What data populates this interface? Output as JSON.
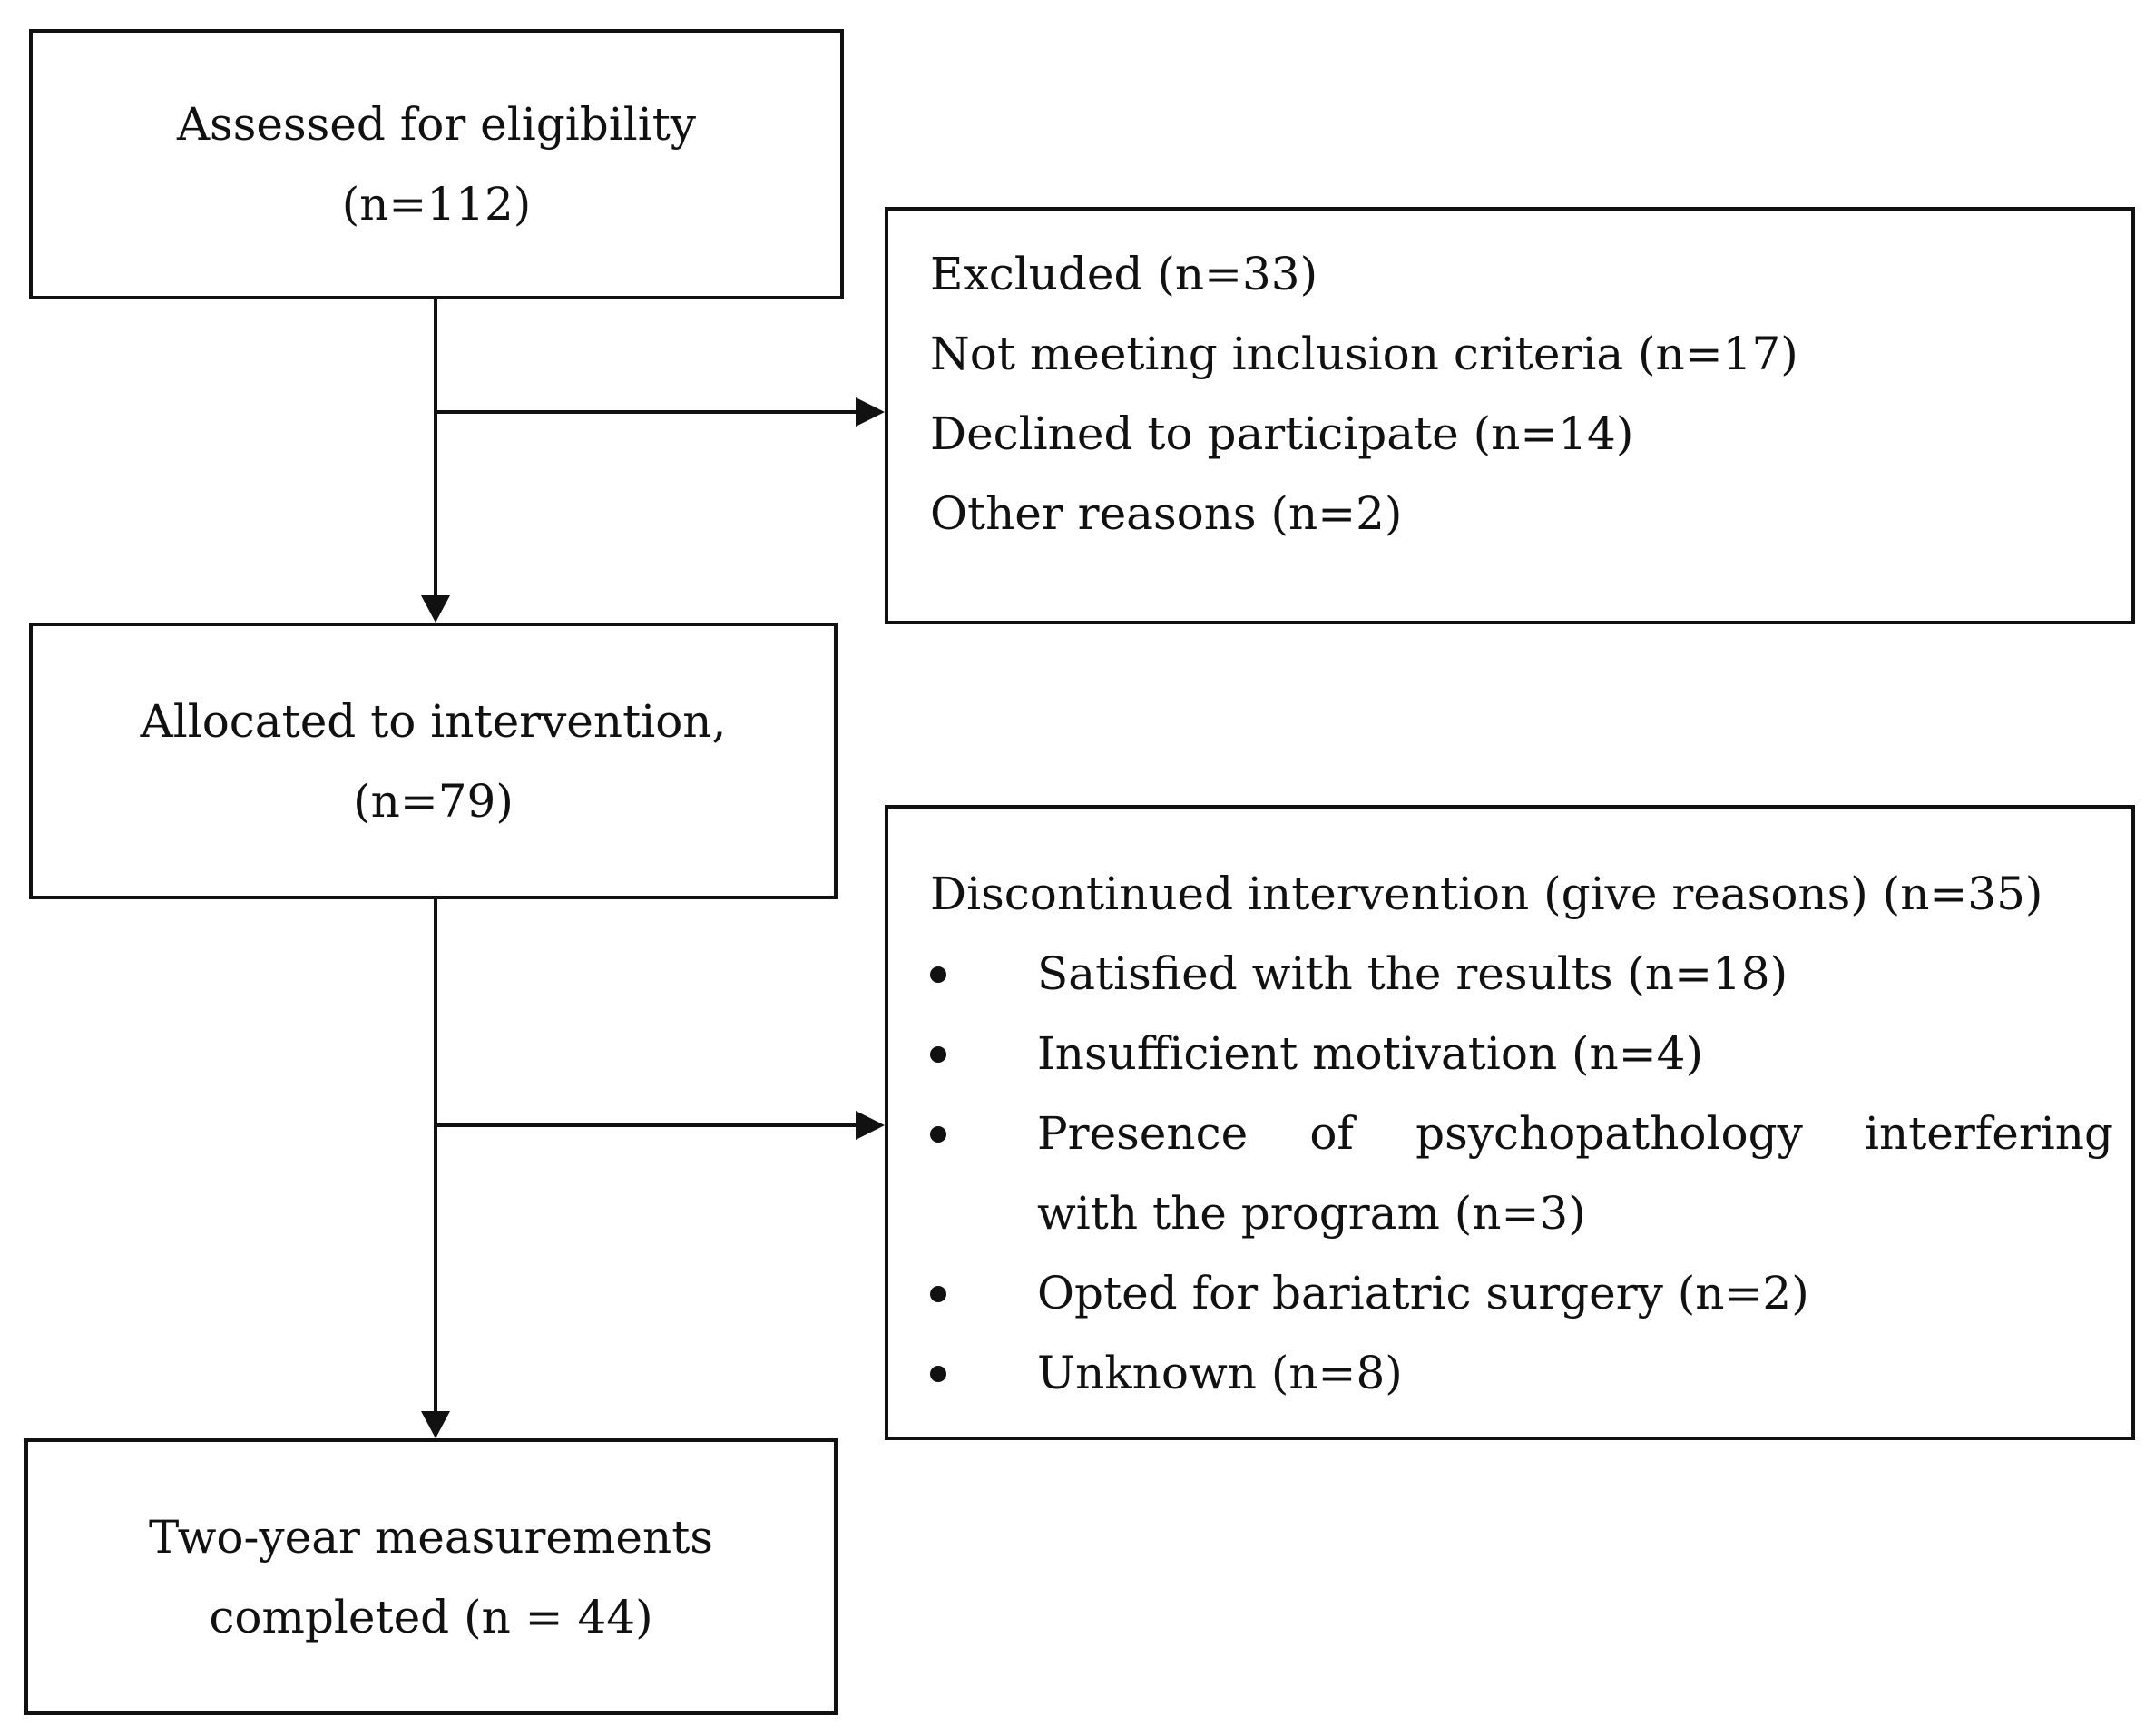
{
  "flowchart": {
    "assessed": {
      "line1": "Assessed for eligibility",
      "line2": "(n=112)"
    },
    "excluded": {
      "lines": [
        "Excluded (n=33)",
        "Not meeting inclusion criteria (n=17)",
        "Declined to participate (n=14)",
        "Other reasons (n=2)"
      ]
    },
    "allocated": {
      "line1": "Allocated to intervention,",
      "line2": "(n=79)"
    },
    "discontinued": {
      "heading": "Discontinued intervention (give reasons) (n=35)",
      "items": [
        "Satisfied with the results (n=18)",
        "Insufficient motivation (n=4)",
        "Presence of psychopathology interfering",
        "with the program (n=3)",
        "Opted for bariatric surgery (n=2)",
        "Unknown (n=8)"
      ]
    },
    "completed": {
      "line1": "Two-year measurements",
      "line2": "completed (n = 44)"
    }
  }
}
